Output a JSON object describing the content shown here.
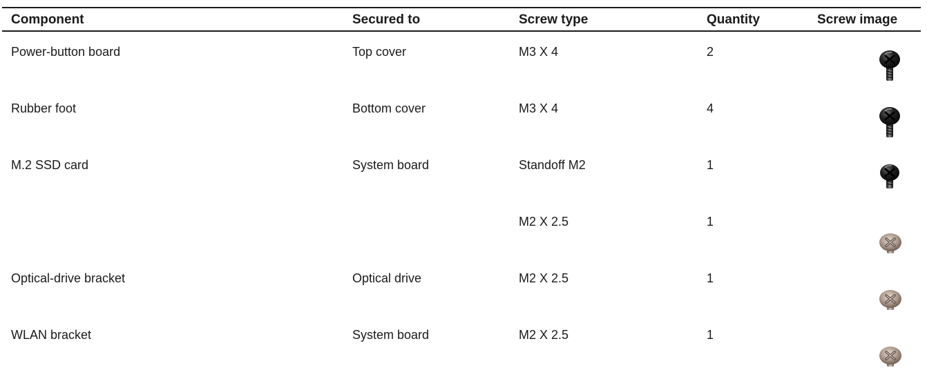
{
  "table": {
    "headers": {
      "component": "Component",
      "secured_to": "Secured to",
      "screw_type": "Screw type",
      "quantity": "Quantity",
      "screw_image": "Screw image"
    },
    "rows": [
      {
        "component": "Power-button board",
        "secured_to": "Top cover",
        "screw_type": "M3 X 4",
        "quantity": "2",
        "image": "black-screw-icon"
      },
      {
        "component": "Rubber foot",
        "secured_to": "Bottom cover",
        "screw_type": "M3 X 4",
        "quantity": "4",
        "image": "black-screw-icon"
      },
      {
        "component": "M.2 SSD card",
        "secured_to": "System board",
        "screw_type": "Standoff M2",
        "quantity": "1",
        "image": "black-standoff-screw-icon"
      },
      {
        "component": "",
        "secured_to": "",
        "screw_type": "M2 X 2.5",
        "quantity": "1",
        "image": "silver-screw-icon"
      },
      {
        "component": "Optical-drive bracket",
        "secured_to": "Optical drive",
        "screw_type": "M2 X 2.5",
        "quantity": "1",
        "image": "silver-screw-icon"
      },
      {
        "component": "WLAN bracket",
        "secured_to": "System board",
        "screw_type": "M2 X 2.5",
        "quantity": "1",
        "image": "silver-screw-icon"
      }
    ]
  }
}
